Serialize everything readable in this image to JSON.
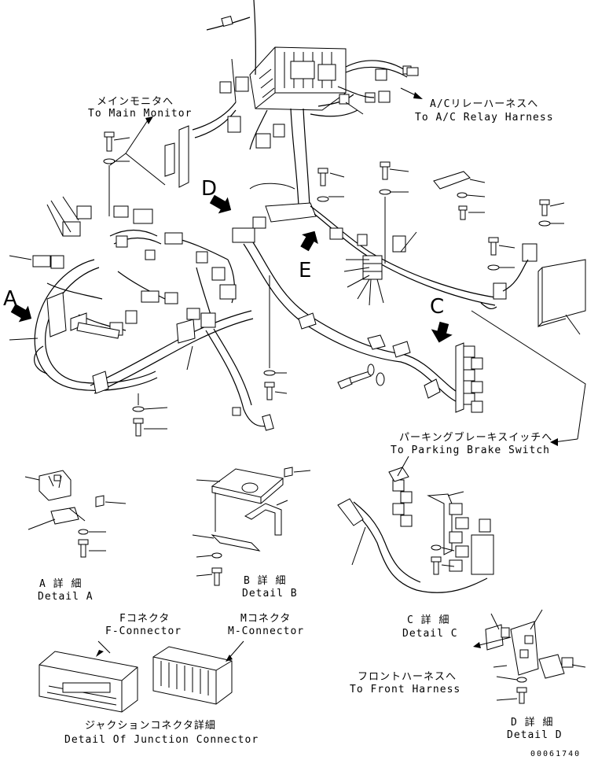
{
  "callouts": {
    "main_monitor_jp": "メインモニタへ",
    "main_monitor_en": "To Main Monitor",
    "ac_relay_jp": "A/Cリレーハーネスへ",
    "ac_relay_en": "To A/C Relay Harness",
    "parking_brake_jp": "パーキングブレーキスイッチへ",
    "parking_brake_en": "To Parking Brake Switch",
    "front_harness_jp": "フロントハーネスへ",
    "front_harness_en": "To Front Harness",
    "f_connector_jp": "Fコネクタ",
    "f_connector_en": "F-Connector",
    "m_connector_jp": "Mコネクタ",
    "m_connector_en": "M-Connector"
  },
  "view_letters": {
    "a": "A",
    "c": "C",
    "d": "D",
    "e": "E"
  },
  "details": {
    "a_jp": "A 詳 細",
    "a_en": "Detail A",
    "b_jp": "B 詳 細",
    "b_en": "Detail B",
    "c_jp": "C 詳 細",
    "c_en": "Detail C",
    "d_jp": "D 詳 細",
    "d_en": "Detail D",
    "junction_jp": "ジャクションコネクタ詳細",
    "junction_en": "Detail Of Junction Connector"
  },
  "drawing_number": "00061740"
}
